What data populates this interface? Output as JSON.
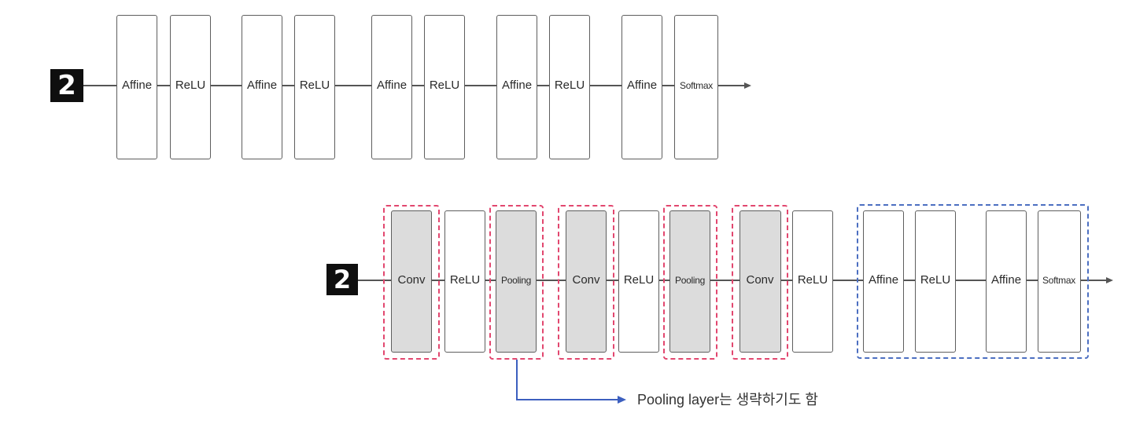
{
  "top_network": {
    "input_glyph": "2",
    "layers": [
      "Affine",
      "ReLU",
      "Affine",
      "ReLU",
      "Affine",
      "ReLU",
      "Affine",
      "ReLU",
      "Affine",
      "Softmax"
    ]
  },
  "bottom_network": {
    "input_glyph": "2",
    "layers": [
      "Conv",
      "ReLU",
      "Pooling",
      "Conv",
      "ReLU",
      "Pooling",
      "Conv",
      "ReLU",
      "Affine",
      "ReLU",
      "Affine",
      "Softmax"
    ]
  },
  "note": {
    "text": "Pooling layer는 생략하기도 함"
  },
  "colors": {
    "optional_group_border": "#e2476f",
    "affine_group_border": "#4c6fc1",
    "note_arrow": "#3c5fbf",
    "shaded_layer": "#dcdcdc"
  }
}
